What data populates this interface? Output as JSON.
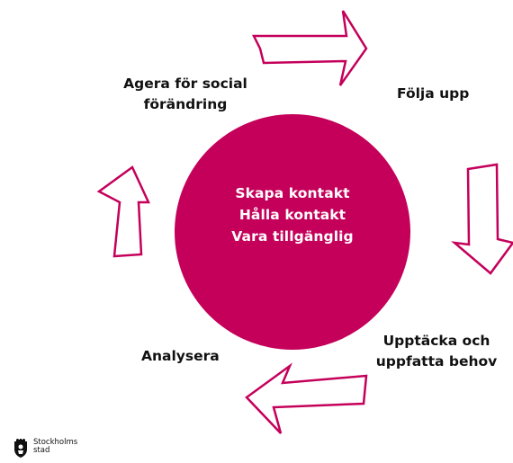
{
  "diagram": {
    "center": {
      "lines": [
        "Skapa kontakt",
        "Hålla kontakt",
        "Vara tillgänglig"
      ]
    },
    "steps": [
      "Följa upp",
      [
        "Upptäcka och",
        "uppfatta behov"
      ],
      "Analysera",
      [
        "Agera för social",
        "förändring"
      ]
    ]
  },
  "logo": {
    "lines": [
      "Stockholms",
      "stad"
    ]
  },
  "colors": {
    "accent": "#c4005a",
    "arrow_stroke": "#c4005a",
    "arrow_fill": "#ffffff",
    "text": "#111111"
  }
}
